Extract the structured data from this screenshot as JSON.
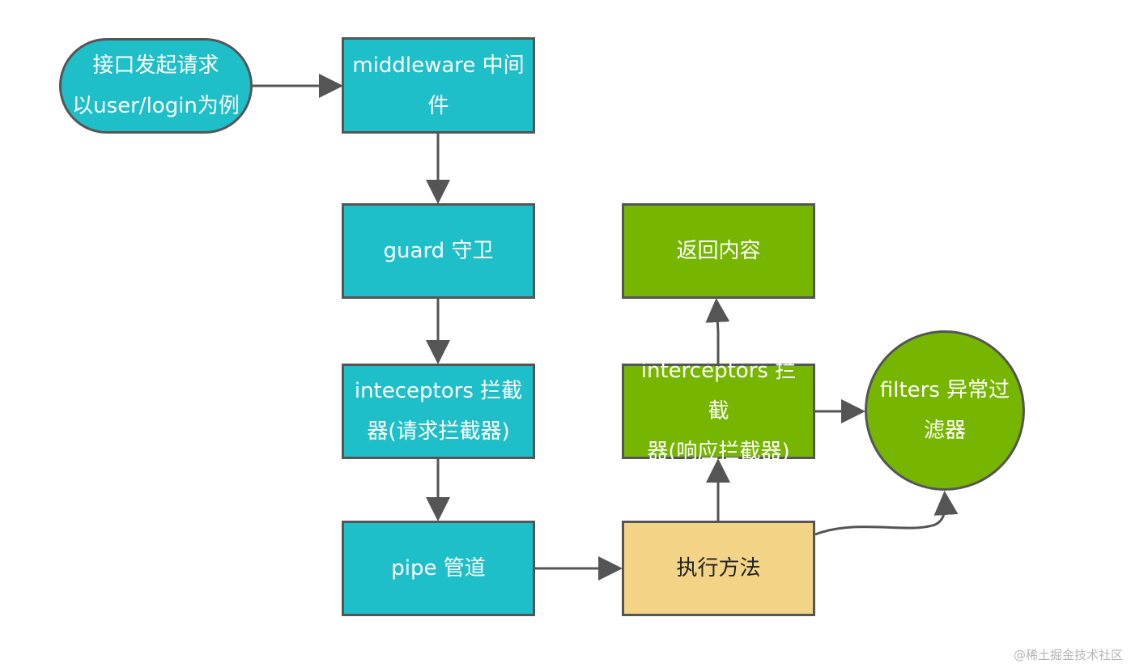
{
  "diagram": {
    "nodes": {
      "start": {
        "line1": "接口发起请求",
        "line2": "以user/login为例"
      },
      "middleware": {
        "line1": "middleware 中间",
        "line2": "件"
      },
      "guard": {
        "line1": "guard 守卫"
      },
      "req_interceptor": {
        "line1": "inteceptors 拦截",
        "line2": "器(请求拦截器)"
      },
      "pipe": {
        "line1": "pipe 管道"
      },
      "execute": {
        "line1": "执行方法"
      },
      "res_interceptor": {
        "line1": "interceptors 拦截",
        "line2": "器(响应拦截器)"
      },
      "return": {
        "line1": "返回内容"
      },
      "filter": {
        "line1": "filters 异常过",
        "line2": "滤器"
      }
    },
    "colors": {
      "teal": "#1fbfc9",
      "green": "#76b600",
      "yellow": "#f3d486",
      "border": "#555555",
      "arrow": "#555555"
    }
  },
  "watermark": "@稀土掘金技术社区"
}
